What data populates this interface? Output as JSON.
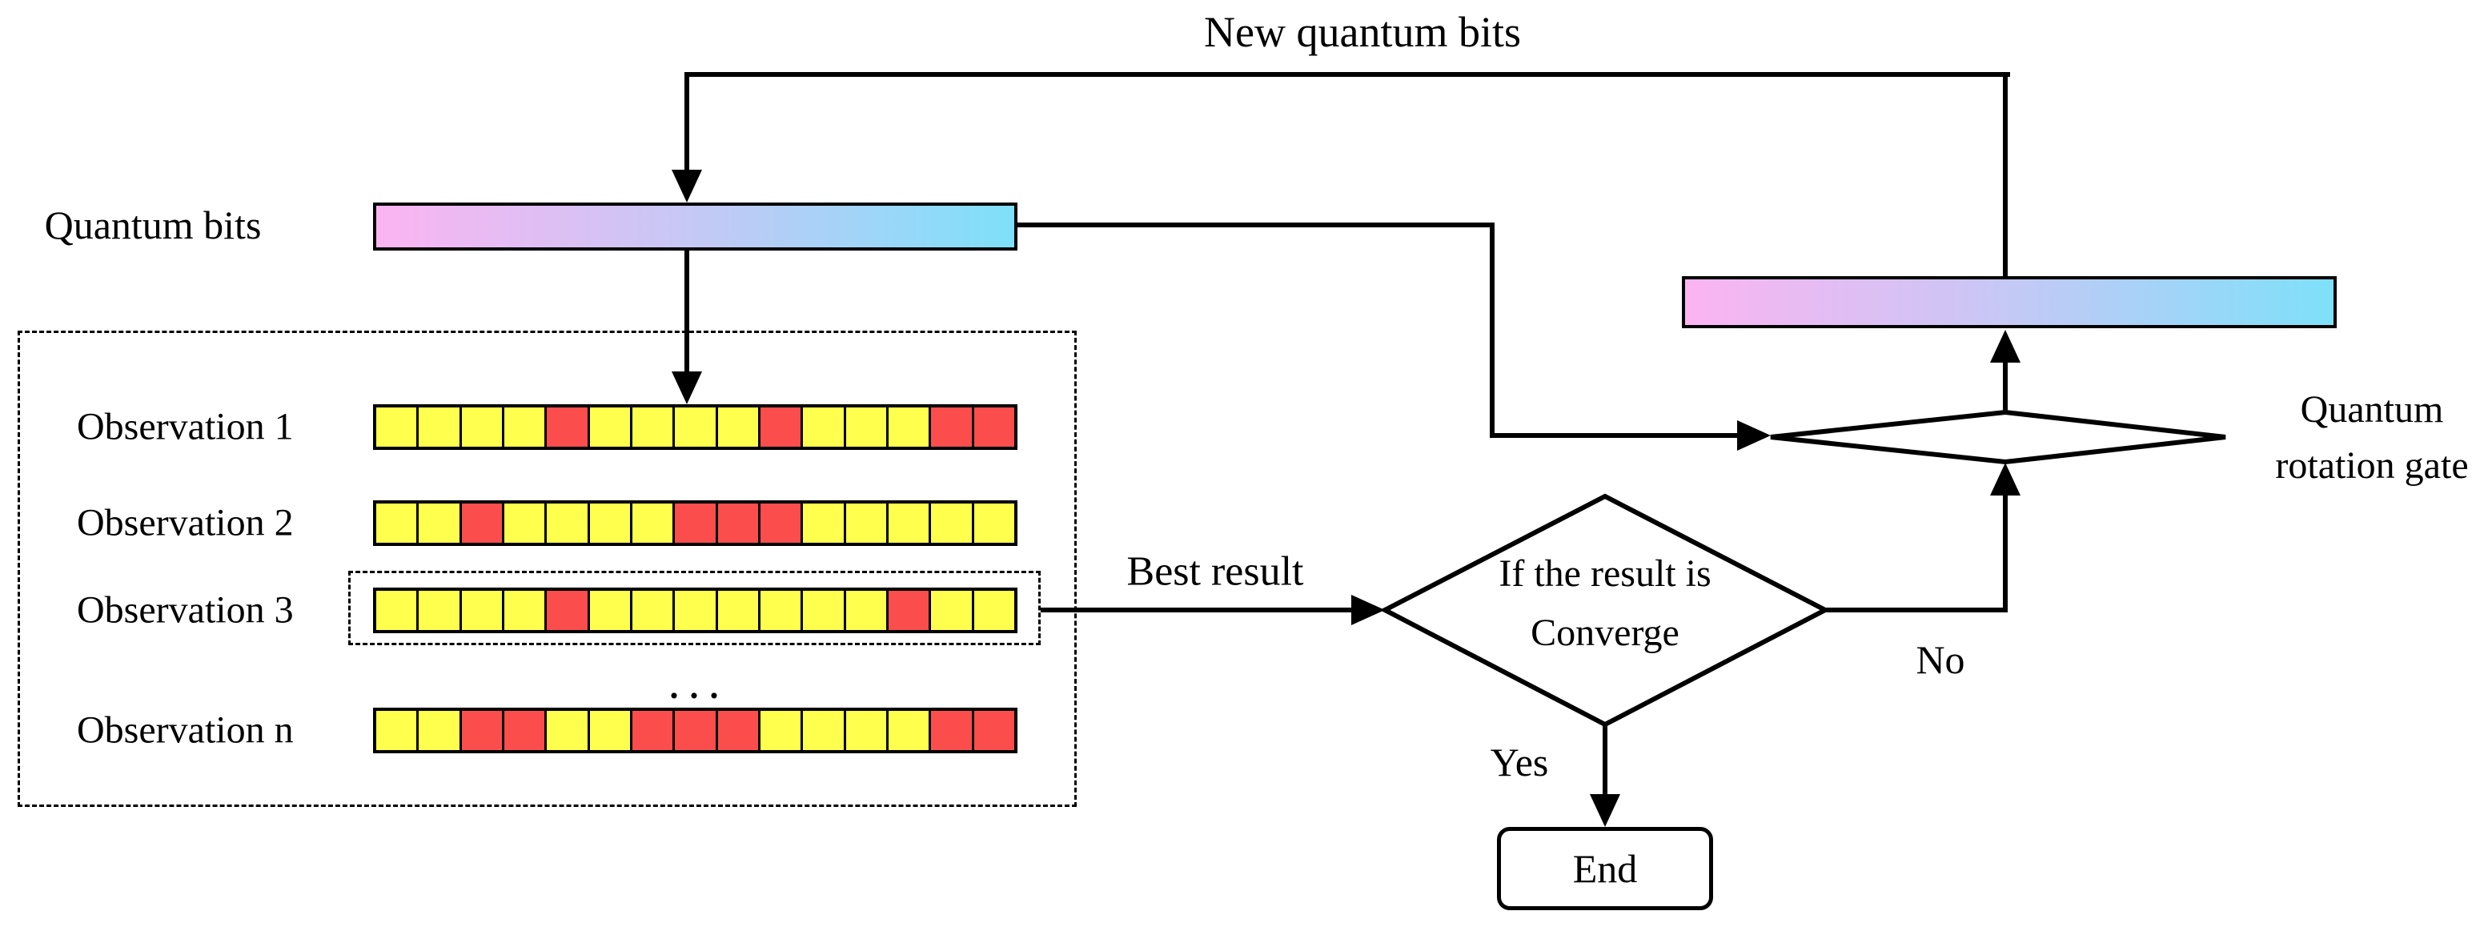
{
  "diagram": {
    "labels": {
      "new_quantum_bits": "New quantum bits",
      "quantum_bits": "Quantum bits",
      "best_result": "Best result",
      "decision_line1": "If the result is",
      "decision_line2": "Converge",
      "yes": "Yes",
      "no": "No",
      "rotation_line1": "Quantum",
      "rotation_line2": "rotation gate",
      "end": "End",
      "ellipsis": "..."
    },
    "observations": [
      {
        "label": "Observation 1",
        "cells": [
          "Y",
          "Y",
          "Y",
          "Y",
          "R",
          "Y",
          "Y",
          "Y",
          "Y",
          "R",
          "Y",
          "Y",
          "Y",
          "R",
          "R"
        ]
      },
      {
        "label": "Observation 2",
        "cells": [
          "Y",
          "Y",
          "R",
          "Y",
          "Y",
          "Y",
          "Y",
          "R",
          "R",
          "R",
          "Y",
          "Y",
          "Y",
          "Y",
          "Y"
        ]
      },
      {
        "label": "Observation 3",
        "cells": [
          "Y",
          "Y",
          "Y",
          "Y",
          "R",
          "Y",
          "Y",
          "Y",
          "Y",
          "Y",
          "Y",
          "Y",
          "R",
          "Y",
          "Y"
        ]
      },
      {
        "label": "Observation n",
        "cells": [
          "Y",
          "Y",
          "R",
          "R",
          "Y",
          "Y",
          "R",
          "R",
          "R",
          "Y",
          "Y",
          "Y",
          "Y",
          "R",
          "R"
        ]
      }
    ],
    "colors": {
      "cell_yellow": "#FFFF4D",
      "cell_red": "#FC4D4D",
      "bar_gradient_start": "#FBB4F2",
      "bar_gradient_mid": "#C5C8F5",
      "bar_gradient_end": "#7EE0FA",
      "line": "#000000"
    }
  }
}
